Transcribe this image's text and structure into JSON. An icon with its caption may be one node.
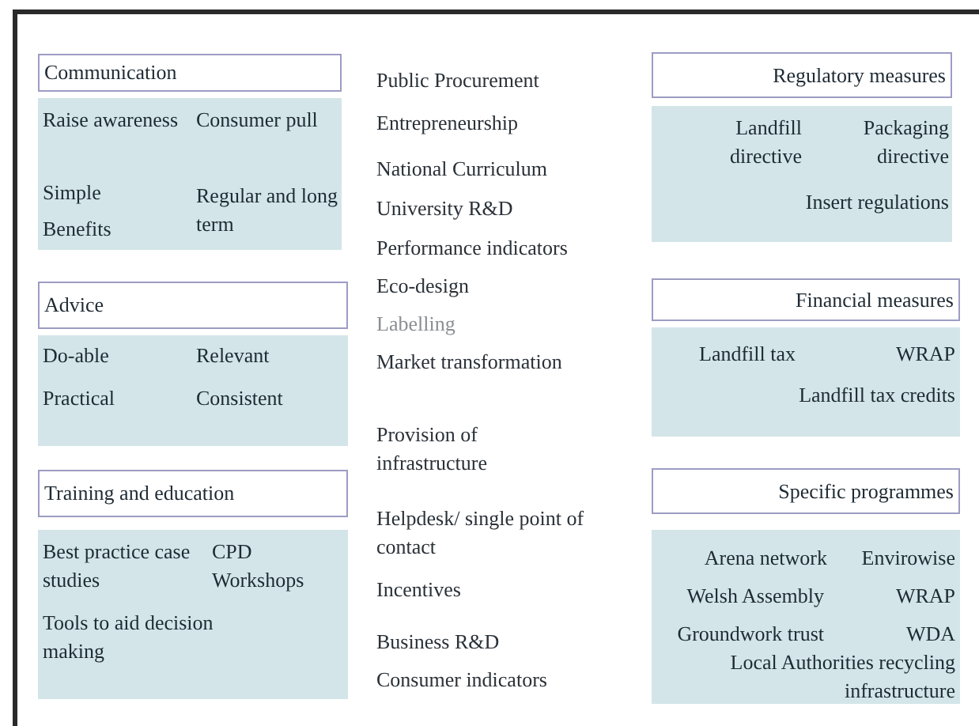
{
  "diagram": {
    "nodes": [
      {
        "text": [
          "Communication"
        ]
      },
      {
        "text": [
          "Raise awareness",
          "Consumer pull",
          "Simple",
          "Regular and long term",
          "Benefits"
        ]
      },
      {
        "text": [
          "Advice"
        ]
      },
      {
        "text": [
          "Do-able",
          "Relevant",
          "Practical",
          "Consistent"
        ]
      },
      {
        "text": [
          "Training and education"
        ]
      },
      {
        "text": [
          "Best practice case studies",
          "CPD Workshops",
          "Tools to aid decision making"
        ]
      },
      {
        "text": [
          "Regulatory measures"
        ]
      },
      {
        "text": [
          "Landfill directive",
          "Packaging directive",
          "Insert regulations"
        ]
      },
      {
        "text": [
          "Financial measures"
        ]
      },
      {
        "text": [
          "Landfill tax",
          "WRAP",
          "Landfill tax credits"
        ]
      },
      {
        "text": [
          "Specific programmes"
        ]
      },
      {
        "text": [
          "Arena network",
          "Envirowise",
          "Welsh Assembly",
          "WRAP",
          "Groundwork trust",
          "WDA",
          "Local Authorities recycling infrastructure"
        ]
      }
    ],
    "labels": [
      "Public Procurement",
      "Entrepreneurship",
      "National Curriculum",
      "University R&D",
      "Performance indicators",
      "Eco-design",
      "Labelling",
      "Market transformation",
      "Provision of infrastructure",
      "Helpdesk/ single point of contact",
      "Incentives",
      "Business R&D",
      "Consumer indicators"
    ]
  }
}
